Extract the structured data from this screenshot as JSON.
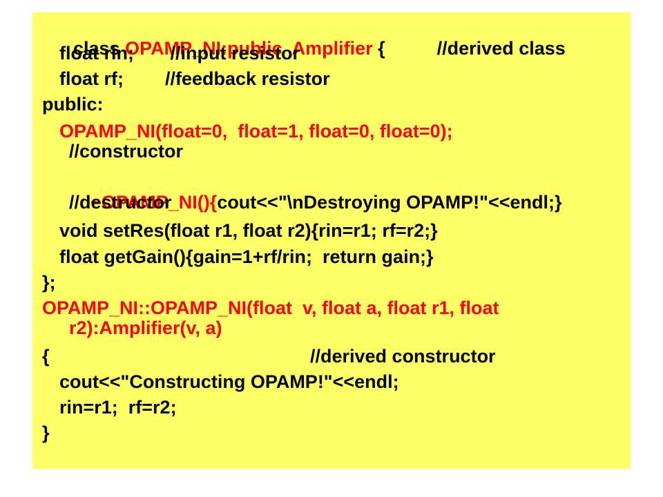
{
  "colors": {
    "panel_background": "#ffff66",
    "page_background": "#ffffff",
    "code_text": "#000000",
    "highlight_text": "#ff0000"
  },
  "code": {
    "l1_kw": "class ",
    "l1_red": "OPAMP_NI:public  Amplifier",
    "l1_rest": " {          //derived class",
    "l2": "float rin;       //input resistor",
    "l3": "float rf;        //feedback resistor",
    "l4": "public:",
    "l5": "OPAMP_NI(float=0,  float=1, float=0, float=0);",
    "l5b": "//constructor",
    "l6_red": "~OPAMP_NI(){",
    "l6_rest": "cout<<\"\\nDestroying OPAMP!\"<<endl;}",
    "l6b": "//destructor",
    "l7": "void setRes(float r1, float r2){rin=r1; rf=r2;}",
    "l8": "float getGain(){gain=1+rf/rin;  return gain;}",
    "l9": "};",
    "l10": "OPAMP_NI::OPAMP_NI(float  v, float a, float r1, float",
    "l10b": "r2):Amplifier(v, a)",
    "l11_brace": "{",
    "l11_comment": "//derived constructor",
    "l12": "cout<<\"Constructing OPAMP!\"<<endl;",
    "l13": "rin=r1;  rf=r2;",
    "l14": "}"
  }
}
